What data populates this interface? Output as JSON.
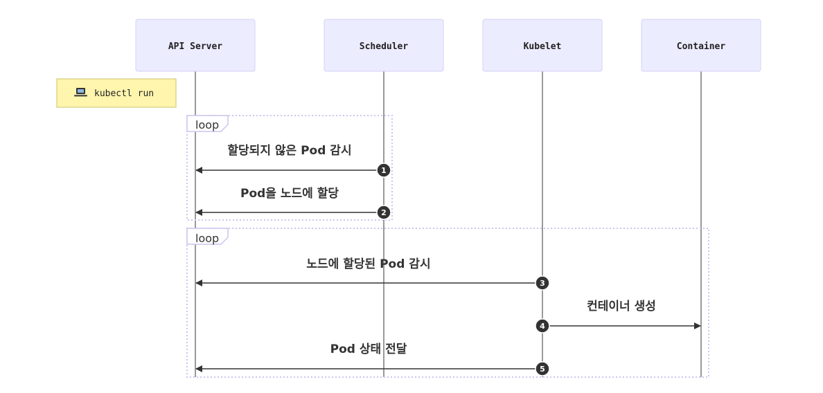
{
  "participants": [
    {
      "id": "api",
      "label": "API Server"
    },
    {
      "id": "sched",
      "label": "Scheduler"
    },
    {
      "id": "kubelet",
      "label": "Kubelet"
    },
    {
      "id": "container",
      "label": "Container"
    }
  ],
  "note": {
    "icon": "laptop-icon",
    "text": "kubectl run"
  },
  "loops": [
    {
      "label": "loop"
    },
    {
      "label": "loop"
    }
  ],
  "messages": [
    {
      "seq": "1",
      "from": "sched",
      "to": "api",
      "label": "할당되지 않은 Pod 감시"
    },
    {
      "seq": "2",
      "from": "sched",
      "to": "api",
      "label": "Pod을 노드에 할당"
    },
    {
      "seq": "3",
      "from": "kubelet",
      "to": "api",
      "label": "노드에 할당된 Pod 감시"
    },
    {
      "seq": "4",
      "from": "kubelet",
      "to": "container",
      "label": "컨테이너 생성"
    },
    {
      "seq": "5",
      "from": "kubelet",
      "to": "api",
      "label": "Pod 상태 전달"
    }
  ],
  "colors": {
    "actor_fill": "#ececff",
    "actor_border": "#d4d0f5",
    "note_fill": "#fff5ad",
    "note_border": "#c9c46b",
    "line": "#333333",
    "lifeline": "#999999"
  }
}
